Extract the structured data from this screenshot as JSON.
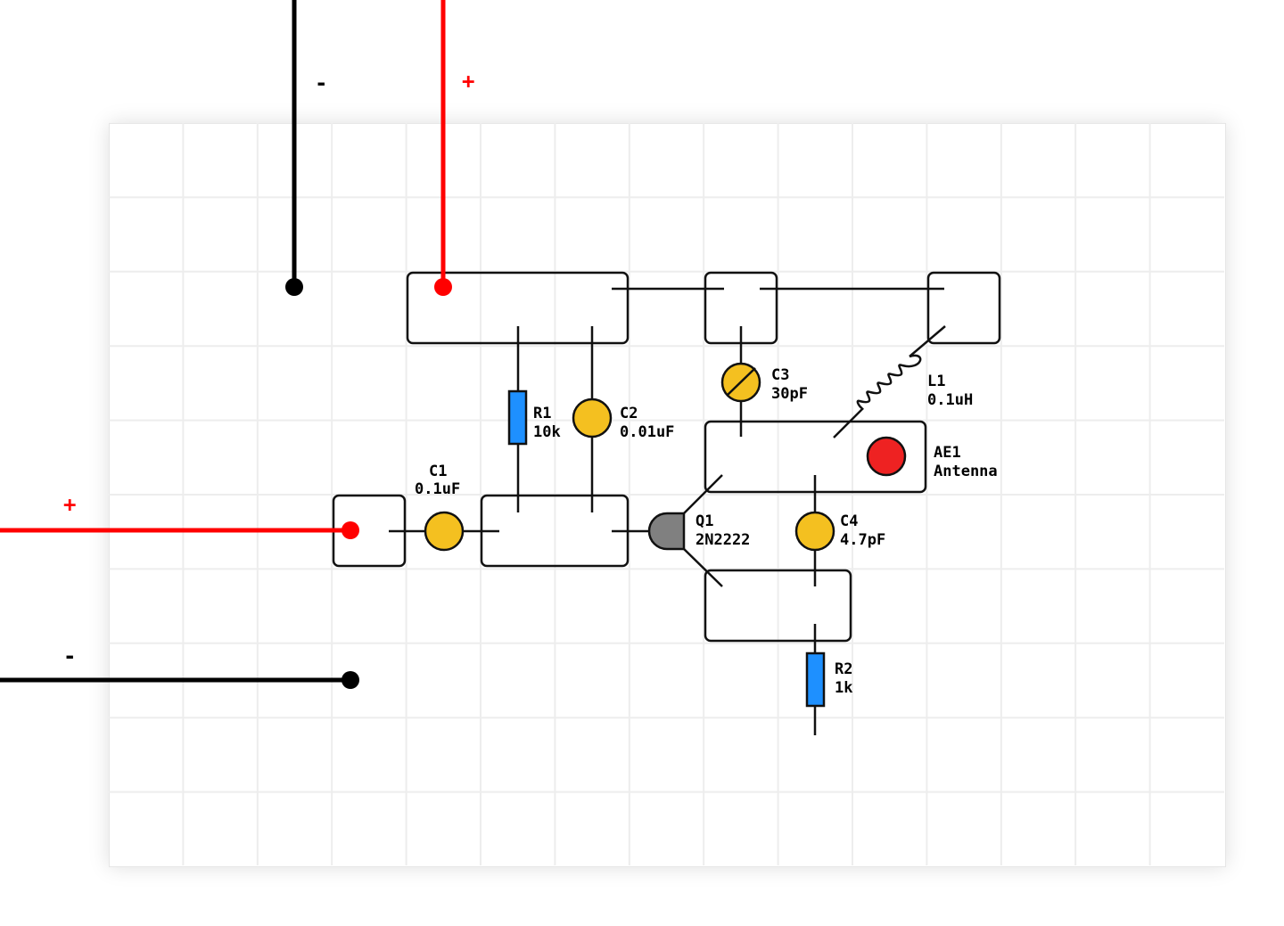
{
  "colors": {
    "positive": "#ff0000",
    "negative": "#000000",
    "capacitor": "#f4c020",
    "resistor": "#1e90ff",
    "transistor": "#808080",
    "antenna": "#ee2222",
    "grid": "#ededed"
  },
  "wires": {
    "top_negative_sign": "-",
    "top_positive_sign": "+",
    "left_positive_sign": "+",
    "left_negative_sign": "-"
  },
  "components": {
    "r1": {
      "ref": "R1",
      "value": "10k"
    },
    "c2": {
      "ref": "C2",
      "value": "0.01uF"
    },
    "c1": {
      "ref": "C1",
      "value": "0.1uF"
    },
    "c3": {
      "ref": "C3",
      "value": "30pF"
    },
    "l1": {
      "ref": "L1",
      "value": "0.1uH"
    },
    "ae1": {
      "ref": "AE1",
      "value": "Antenna"
    },
    "q1": {
      "ref": "Q1",
      "value": "2N2222"
    },
    "c4": {
      "ref": "C4",
      "value": "4.7pF"
    },
    "r2": {
      "ref": "R2",
      "value": "1k"
    }
  }
}
